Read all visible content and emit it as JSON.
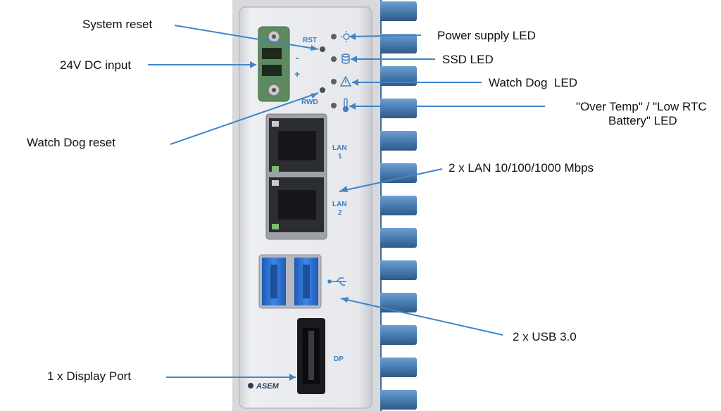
{
  "callouts": {
    "system_reset": "System reset",
    "dc_input": "24V DC input",
    "watchdog_reset": "Watch Dog reset",
    "display_port": "1 x Display Port",
    "power_led": "Power supply LED",
    "ssd_led": "SSD LED",
    "watchdog_led": "Watch Dog  LED",
    "over_temp_line1": "\"Over Temp\" / \"Low RTC",
    "over_temp_line2": "Battery\" LED",
    "lan": "2 x LAN 10/100/1000 Mbps",
    "usb": "2 x USB 3.0"
  },
  "panel_labels": {
    "rst": "RST",
    "wd": "RWD",
    "minus": "-",
    "plus": "+",
    "lan1_a": "LAN",
    "lan1_b": "1",
    "lan2_a": "LAN",
    "lan2_b": "2",
    "dp": "DP",
    "logo": "ASEM"
  },
  "colors": {
    "leader_line": "#3f86c9",
    "panel": "#e4e6ea",
    "heatsink": "#4d7eae",
    "connector_green": "#5d8a5f",
    "usb_blue": "#2f6fcf"
  },
  "icons": [
    "sun-icon",
    "database-icon",
    "warning-icon",
    "thermometer-icon",
    "usb-icon"
  ]
}
